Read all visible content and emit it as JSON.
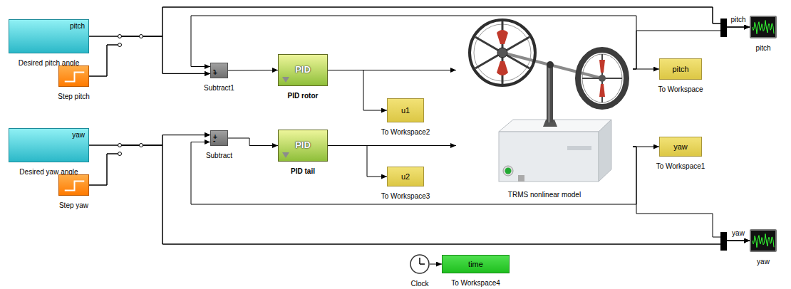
{
  "diagram": {
    "nodes": [
      {
        "text": [
          "pitch",
          "Desired pitch angle"
        ]
      },
      {
        "text": [
          "Step pitch"
        ]
      },
      {
        "text": [
          "yaw",
          "Desired yaw angle"
        ]
      },
      {
        "text": [
          "Step yaw"
        ]
      },
      {
        "text": [
          "-",
          "+",
          "Subtract1"
        ]
      },
      {
        "text": [
          "+",
          "-",
          "Subtract"
        ]
      },
      {
        "text": [
          "PID",
          "PID rotor"
        ]
      },
      {
        "text": [
          "PID",
          "PID tail"
        ]
      },
      {
        "text": [
          "TRMS nonlinear model"
        ]
      },
      {
        "text": [
          "u1",
          "To Workspace2"
        ]
      },
      {
        "text": [
          "u2",
          "To Workspace3"
        ]
      },
      {
        "text": [
          "pitch",
          "To Workspace"
        ]
      },
      {
        "text": [
          "yaw",
          "To Workspace1"
        ]
      },
      {
        "text": [
          "Clock"
        ]
      },
      {
        "text": [
          "time",
          "To Workspace4"
        ]
      },
      {
        "text": [
          "pitch"
        ]
      },
      {
        "text": [
          "yaw"
        ]
      }
    ],
    "edges": [
      {
        "from": 0,
        "to": 4,
        "arrow": "to"
      },
      {
        "from": 1,
        "to": 4,
        "arrow": "to"
      },
      {
        "from": 0,
        "to": 15,
        "arrow": "to"
      },
      {
        "from": 1,
        "to": 15,
        "arrow": "to"
      },
      {
        "from": 4,
        "to": 6,
        "arrow": "to"
      },
      {
        "from": 6,
        "to": 8,
        "arrow": "to"
      },
      {
        "from": 6,
        "to": 9,
        "arrow": "to"
      },
      {
        "from": 8,
        "to": 11,
        "arrow": "to"
      },
      {
        "from": 8,
        "to": 4,
        "arrow": "to"
      },
      {
        "from": 8,
        "to": 15,
        "arrow": "to"
      },
      {
        "from": 2,
        "to": 5,
        "arrow": "to"
      },
      {
        "from": 3,
        "to": 5,
        "arrow": "to"
      },
      {
        "from": 2,
        "to": 16,
        "arrow": "to"
      },
      {
        "from": 3,
        "to": 16,
        "arrow": "to"
      },
      {
        "from": 5,
        "to": 7,
        "arrow": "to"
      },
      {
        "from": 7,
        "to": 8,
        "arrow": "to"
      },
      {
        "from": 7,
        "to": 10,
        "arrow": "to"
      },
      {
        "from": 8,
        "to": 12,
        "arrow": "to"
      },
      {
        "from": 8,
        "to": 5,
        "arrow": "to"
      },
      {
        "from": 8,
        "to": 16,
        "arrow": "to"
      },
      {
        "from": 13,
        "to": 14,
        "arrow": "to"
      }
    ],
    "labels": [
      "pitch",
      "yaw"
    ]
  }
}
